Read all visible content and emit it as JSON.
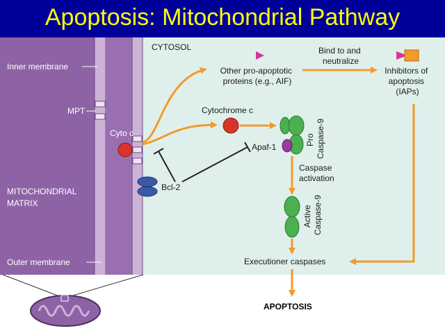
{
  "title": "Apoptosis: Mitochondrial Pathway",
  "colors": {
    "title_bg": "#000099",
    "title_text": "#ffff00",
    "cytosol_bg": "#dff0ec",
    "matrix": "#8e63a6",
    "membrane": "#cdb2d8",
    "arrow": "#f39a2b",
    "green": "#4caf50",
    "red": "#d9342b",
    "blue": "#3a5aa8"
  },
  "labels": {
    "cytosol": "CYTOSOL",
    "inner_membrane": "Inner membrane",
    "mpt": "MPT",
    "matrix": "MITOCHONDRIAL\nMATRIX",
    "outer_membrane": "Outer membrane",
    "cyto_c": "Cyto c",
    "bcl2": "Bcl-2",
    "other_proteins": "Other pro-apoptotic\nproteins (e.g., AIF)",
    "bind_neutralize": "Bind to and\nneutralize",
    "iaps": "Inhibitors of\napoptosis\n(IAPs)",
    "cytochrome_c": "Cytochrome c",
    "apaf1": "Apaf-1",
    "pro_caspase9": "Pro\nCaspase-9",
    "caspase_activation": "Caspase\nactivation",
    "active_caspase9": "Active\nCaspase-9",
    "executioner": "Executioner caspases",
    "apoptosis": "APOPTOSIS"
  }
}
